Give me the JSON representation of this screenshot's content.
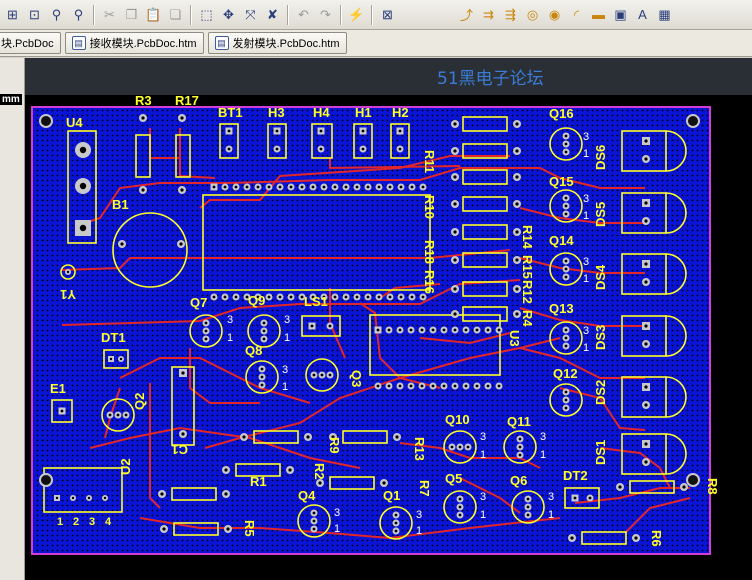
{
  "toolbar": {
    "buttons": [
      {
        "name": "zoom-area-button",
        "icon": "zoom-area-icon",
        "glyph": "⊞"
      },
      {
        "name": "zoom-selected-button",
        "icon": "zoom-selected-icon",
        "glyph": "⊡"
      },
      {
        "name": "zoom-objects-button",
        "icon": "zoom-objects-icon",
        "glyph": "⚲"
      },
      {
        "name": "zoom-previous-button",
        "icon": "zoom-previous-icon",
        "glyph": "⚲"
      },
      {
        "sep": true
      },
      {
        "name": "cut-button",
        "icon": "scissors-icon",
        "glyph": "✂",
        "dim": true
      },
      {
        "name": "copy-button",
        "icon": "copy-icon",
        "glyph": "❐",
        "dim": true
      },
      {
        "name": "paste-button",
        "icon": "paste-icon",
        "glyph": "📋",
        "dim": true
      },
      {
        "name": "rubber-stamp-button",
        "icon": "stamp-icon",
        "glyph": "❏",
        "dim": true
      },
      {
        "sep": true
      },
      {
        "name": "select-area-button",
        "icon": "marquee-icon",
        "glyph": "⬚"
      },
      {
        "name": "move-button",
        "icon": "move-icon",
        "glyph": "✥"
      },
      {
        "name": "deselect-button",
        "icon": "deselect-icon",
        "glyph": "⤧"
      },
      {
        "name": "clear-filter-button",
        "icon": "clear-icon",
        "glyph": "✘"
      },
      {
        "sep": true
      },
      {
        "name": "undo-button",
        "icon": "undo-icon",
        "glyph": "↶",
        "dim": true
      },
      {
        "name": "redo-button",
        "icon": "redo-icon",
        "glyph": "↷",
        "dim": true
      },
      {
        "sep": true
      },
      {
        "name": "cross-probe-button",
        "icon": "wand-icon",
        "glyph": "⚡",
        "warm": true
      },
      {
        "sep": true
      },
      {
        "name": "component-browser-button",
        "icon": "browser-icon",
        "glyph": "⊠"
      }
    ],
    "place_buttons": [
      {
        "name": "interactive-route-button",
        "icon": "route-icon",
        "glyph": "⤴",
        "warm": true
      },
      {
        "name": "diff-pair-button",
        "icon": "diff-pair-icon",
        "glyph": "⇉",
        "warm": true
      },
      {
        "name": "multi-route-button",
        "icon": "multi-route-icon",
        "glyph": "⇶",
        "warm": true
      },
      {
        "name": "place-pad-button",
        "icon": "pad-icon",
        "glyph": "◎",
        "warm": true
      },
      {
        "name": "place-via-button",
        "icon": "via-icon",
        "glyph": "◉",
        "warm": true
      },
      {
        "name": "place-arc-button",
        "icon": "arc-icon",
        "glyph": "◜",
        "warm": true
      },
      {
        "name": "place-fill-button",
        "icon": "fill-icon",
        "glyph": "▬",
        "warm": true
      },
      {
        "name": "place-polygon-button",
        "icon": "polygon-icon",
        "glyph": "▣"
      },
      {
        "name": "place-string-button",
        "icon": "text-icon",
        "glyph": "A"
      },
      {
        "name": "place-component-button",
        "icon": "component-icon",
        "glyph": "▦"
      }
    ]
  },
  "tabs": [
    {
      "label": "块.PcbDoc"
    },
    {
      "label": "接收模块.PcbDoc.htm"
    },
    {
      "label": "发射模块.PcbDoc.htm"
    }
  ],
  "ruler": {
    "unit": "mm"
  },
  "banner": {
    "title": "51黑电子论坛"
  },
  "board": {
    "labels": [
      {
        "text": "U4"
      },
      {
        "text": "R3"
      },
      {
        "text": "R17"
      },
      {
        "text": "BT1"
      },
      {
        "text": "H3"
      },
      {
        "text": "H4"
      },
      {
        "text": "H1"
      },
      {
        "text": "H2"
      },
      {
        "text": "R11"
      },
      {
        "text": "R10"
      },
      {
        "text": "R18"
      },
      {
        "text": "R16"
      },
      {
        "text": "Q16"
      },
      {
        "text": "Q15"
      },
      {
        "text": "Q14"
      },
      {
        "text": "Q13"
      },
      {
        "text": "Q12"
      },
      {
        "text": "Q11"
      },
      {
        "text": "Q10"
      },
      {
        "text": "Q9"
      },
      {
        "text": "Q8"
      },
      {
        "text": "Q7"
      },
      {
        "text": "Q6"
      },
      {
        "text": "Q5"
      },
      {
        "text": "Q4"
      },
      {
        "text": "Q3"
      },
      {
        "text": "Q2"
      },
      {
        "text": "Q1"
      },
      {
        "text": "DS6"
      },
      {
        "text": "DS5"
      },
      {
        "text": "DS4"
      },
      {
        "text": "DS3"
      },
      {
        "text": "DS2"
      },
      {
        "text": "DS1"
      },
      {
        "text": "DT1"
      },
      {
        "text": "DT2"
      },
      {
        "text": "B1"
      },
      {
        "text": "Y1"
      },
      {
        "text": "E1"
      },
      {
        "text": "U2"
      },
      {
        "text": "U3"
      },
      {
        "text": "C1"
      },
      {
        "text": "LS1"
      },
      {
        "text": "R14"
      },
      {
        "text": "R15"
      },
      {
        "text": "R12"
      },
      {
        "text": "R4"
      },
      {
        "text": "R9"
      },
      {
        "text": "R13"
      },
      {
        "text": "R2"
      },
      {
        "text": "R7"
      },
      {
        "text": "R1"
      },
      {
        "text": "R5"
      },
      {
        "text": "R8"
      },
      {
        "text": "R6"
      },
      {
        "text": "1"
      },
      {
        "text": "2"
      },
      {
        "text": "3"
      },
      {
        "text": "4"
      }
    ]
  },
  "colors": {
    "board_fill": "#0a14d6",
    "outline": "#d43cd2",
    "silkscreen": "#ffff2a",
    "pad": "#c9c9c9",
    "track_red": "#e2262a",
    "banner_text": "#3b7cd6"
  }
}
